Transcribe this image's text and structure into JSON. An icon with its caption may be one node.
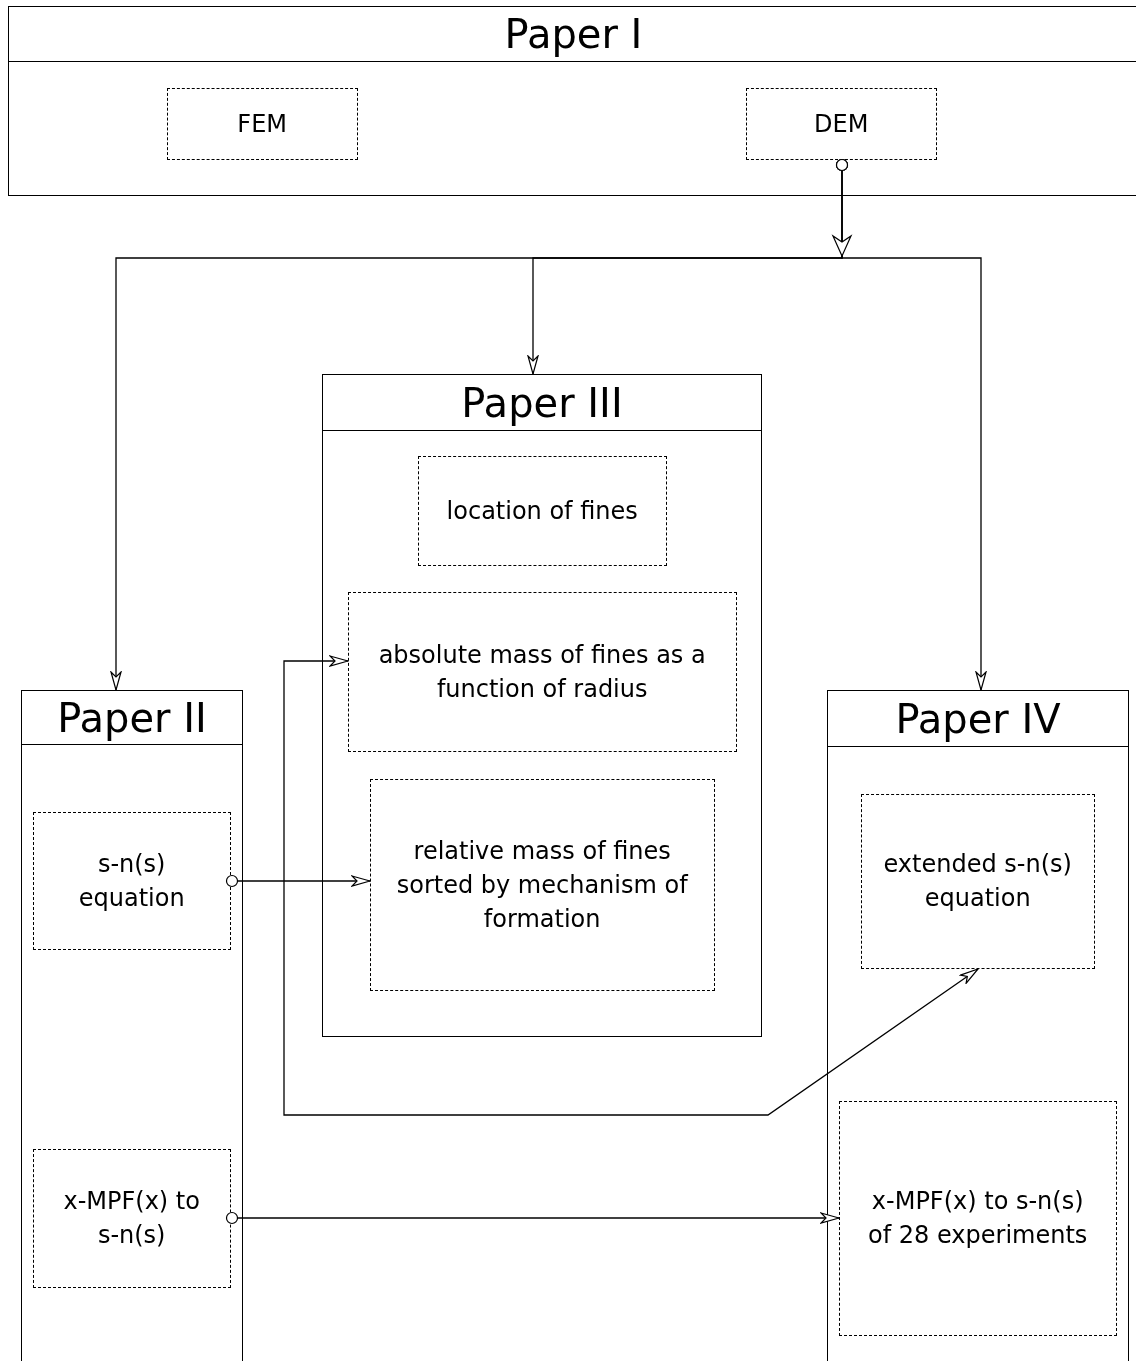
{
  "diagram": {
    "nodes": [
      {
        "text": [
          "Paper I"
        ]
      },
      {
        "text": [
          "FEM"
        ],
        "in": 0
      },
      {
        "text": [
          "DEM"
        ],
        "in": 0
      },
      {
        "text": [
          "Paper III"
        ]
      },
      {
        "text": [
          "location of fines"
        ],
        "in": 3
      },
      {
        "text": [
          "absolute mass of fines as a function of radius"
        ],
        "in": 3
      },
      {
        "text": [
          "relative mass of fines sorted by mechanism of formation"
        ],
        "in": 3
      },
      {
        "text": [
          "Paper II"
        ]
      },
      {
        "text": [
          "s-n(s) equation"
        ],
        "in": 7
      },
      {
        "text": [
          "x-MPF(x) to s-n(s)"
        ],
        "in": 7
      },
      {
        "text": [
          "Paper IV"
        ]
      },
      {
        "text": [
          "extended s-n(s) equation"
        ],
        "in": 10
      },
      {
        "text": [
          "x-MPF(x) to s-n(s) of 28 experiments"
        ],
        "in": 10
      }
    ],
    "edges": [
      {
        "from": 2,
        "to": 7,
        "arrow": "to"
      },
      {
        "from": 2,
        "to": 3,
        "arrow": "to"
      },
      {
        "from": 2,
        "to": 10,
        "arrow": "to"
      },
      {
        "from": 8,
        "to": 6,
        "arrow": "to"
      },
      {
        "from": 9,
        "to": 12,
        "arrow": "to"
      },
      {
        "from": 11,
        "to": 5,
        "arrow": "both"
      }
    ]
  }
}
